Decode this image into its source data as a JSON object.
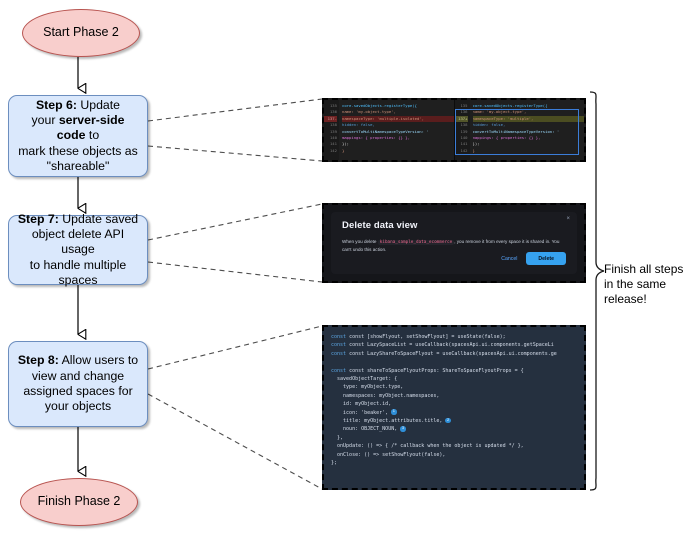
{
  "flow": {
    "start": "Start Phase 2",
    "finish": "Finish Phase 2",
    "steps": [
      {
        "id": "step6",
        "label_prefix": "Step 6:",
        "label": " Update your server-side code to mark these objects as \"shareable\"",
        "parts": [
          "Step 6:",
          " Update",
          "your ",
          "server-side code",
          " to",
          "mark these objects as",
          "\"shareable\""
        ]
      },
      {
        "id": "step7",
        "label_prefix": "Step 7:",
        "label": " Update saved object delete API usage to handle multiple spaces",
        "parts": [
          "Step 7:",
          " Update saved",
          "object delete API usage",
          "to handle multiple spaces"
        ]
      },
      {
        "id": "step8",
        "label_prefix": "Step 8:",
        "label": " Allow users to view and change assigned spaces for your objects",
        "parts": [
          "Step 8:",
          " Allow users to",
          "view and change",
          "assigned spaces for",
          "your objects"
        ]
      }
    ]
  },
  "brace_note": "Finish all steps in the same release!",
  "code_diff": {
    "line_numbers": [
      "135",
      "136",
      "137-",
      "138",
      "139",
      "140",
      "141",
      "142"
    ],
    "line_numbers_right": [
      "135",
      "136",
      "137+",
      "138",
      "139",
      "140",
      "141",
      "142"
    ],
    "before": [
      "core.savedObjects.registerType({",
      "  name: 'my-object-type',",
      "  namespaceType: 'multiple-isolated',",
      "  hidden: false,",
      "  convertToMultiNamespaceTypeVersion: '",
      "  mappings: { properties: {} },",
      "});",
      "}"
    ],
    "after": [
      "core.savedObjects.registerType({",
      "  name: 'my-object-type',",
      "  namespaceType: 'multiple',",
      "  hidden: false,",
      "  convertToMultiNamespaceTypeVersion: '",
      "  mappings: { properties: {} },",
      "});",
      "}"
    ],
    "removed_line_index": 2,
    "added_line_index": 2
  },
  "delete_modal": {
    "title": "Delete data view",
    "close_label": "×",
    "body_prefix": "When you delete ",
    "body_code": "kibana_sample_data_ecommerce",
    "body_suffix": ", you remove it from every space it is shared in. You can't undo this action.",
    "cancel_label": "Cancel",
    "delete_label": "Delete"
  },
  "react_code": {
    "lines": [
      "const [showFlyout, setShowFlyout] = useState(false);",
      "const LazySpaceList = useCallback(spacesApi.ui.components.getSpaceLi",
      "const LazyShareToSpaceFlyout = useCallback(spacesApi.ui.components.ge",
      "",
      "const shareToSpaceFlyoutProps: ShareToSpaceFlyoutProps = {",
      "  savedObjectTarget: {",
      "    type: myObject.type,",
      "    namespaces: myObject.namespaces,",
      "    id: myObject.id,",
      "    icon: 'beaker',",
      "    title: myObject.attributes.title,",
      "    noun: OBJECT_NOUN,",
      "  },",
      "  onUpdate: () => { /* callback when the object is updated */ },",
      "  onClose: () => setShowFlyout(false),",
      "};"
    ],
    "badges": [
      "1",
      "2",
      "3"
    ]
  },
  "colors": {
    "terminator_fill": "#f8cecc",
    "terminator_stroke": "#b85450",
    "process_fill": "#dae8fc",
    "process_stroke": "#6c8ebf",
    "accent_blue": "#36a2ef",
    "diff_remove": "#5a1d1d",
    "diff_add": "#4b4d21"
  }
}
